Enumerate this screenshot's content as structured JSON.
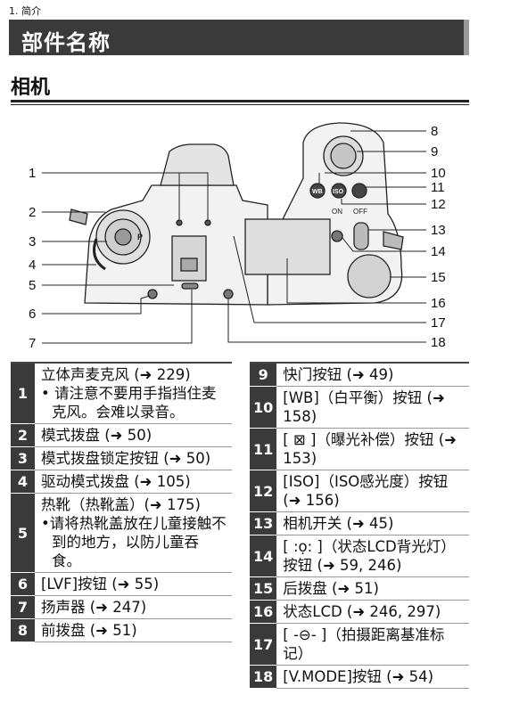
{
  "breadcrumb": "1. 简介",
  "section_title": "部件名称",
  "subsection_title": "相机",
  "callout_numbers": [
    "1",
    "2",
    "3",
    "4",
    "5",
    "6",
    "7",
    "8",
    "9",
    "10",
    "11",
    "12",
    "13",
    "14",
    "15",
    "16",
    "17",
    "18"
  ],
  "camera_labels": {
    "wb": "WB",
    "iso": "ISO",
    "on": "ON",
    "off": "OFF",
    "p": "P"
  },
  "left_table": [
    {
      "num": "1",
      "text": "立体声麦克风 (➜ 229)",
      "note": "• 请注意不要用手指挡住麦克风。会难以录音。"
    },
    {
      "num": "2",
      "text": "模式拨盘 (➜ 50)"
    },
    {
      "num": "3",
      "text": "模式拨盘锁定按钮 (➜ 50)"
    },
    {
      "num": "4",
      "text": "驱动模式拨盘 (➜ 105)"
    },
    {
      "num": "5",
      "text": "热靴（热靴盖）(➜ 175)",
      "note": "•请将热靴盖放在儿童接触不到的地方，以防儿童吞食。"
    },
    {
      "num": "6",
      "text": "[LVF]按钮 (➜ 55)"
    },
    {
      "num": "7",
      "text": "扬声器 (➜ 247)"
    },
    {
      "num": "8",
      "text": "前拨盘 (➜ 51)"
    }
  ],
  "right_table": [
    {
      "num": "9",
      "text": "快门按钮 (➜ 49)"
    },
    {
      "num": "10",
      "text": "[WB]（白平衡）按钮 (➜ 158)"
    },
    {
      "num": "11",
      "text": "[ ⊠ ]（曝光补偿）按钮 (➜ 153)"
    },
    {
      "num": "12",
      "text": "[ISO]（ISO感光度）按钮 (➜ 156)"
    },
    {
      "num": "13",
      "text": "相机开关 (➜ 45)"
    },
    {
      "num": "14",
      "text": "[ :ọ: ]（状态LCD背光灯）按钮 (➜ 59, 246)"
    },
    {
      "num": "15",
      "text": "后拨盘 (➜ 51)"
    },
    {
      "num": "16",
      "text": "状态LCD (➜ 246, 297)"
    },
    {
      "num": "17",
      "text": "[ -⊖- ]（拍摄距离基准标记）"
    },
    {
      "num": "18",
      "text": "[V.MODE]按钮 (➜ 54)"
    }
  ]
}
